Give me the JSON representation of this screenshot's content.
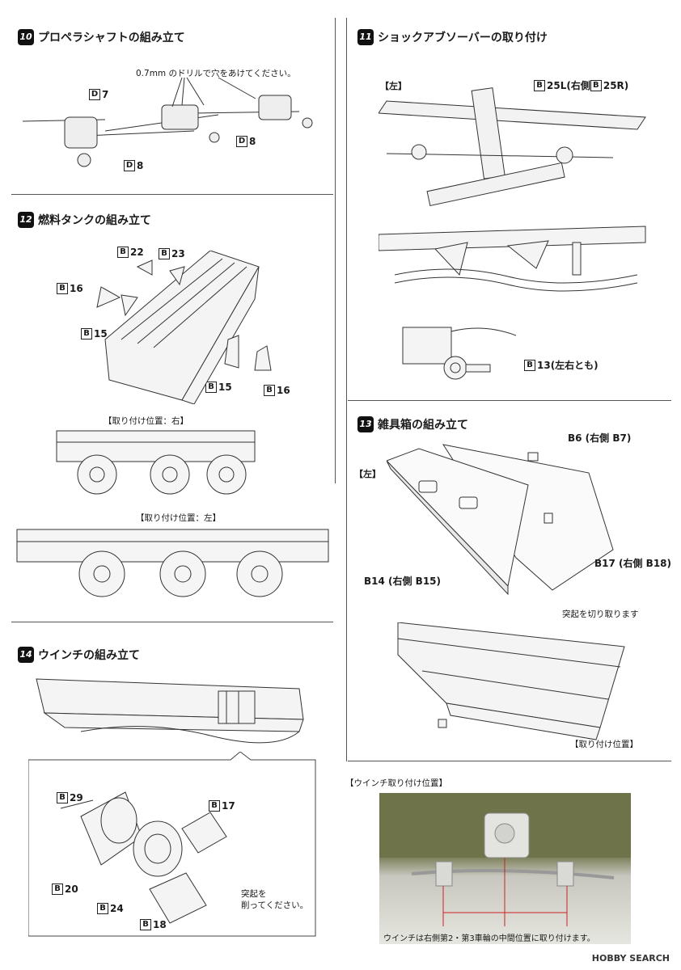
{
  "steps": {
    "s10": {
      "num": "10",
      "title": "プロペラシャフトの組み立て",
      "note": "0.7mm のドリルで穴をあけてください。"
    },
    "s11": {
      "num": "11",
      "title": "ショックアブソーバーの取り付け",
      "left_tag": "【左】"
    },
    "s12": {
      "num": "12",
      "title": "燃料タンクの組み立て",
      "pos_right": "【取り付け位置：右】",
      "pos_left": "【取り付け位置：左】"
    },
    "s13": {
      "num": "13",
      "title": "雑具箱の組み立て",
      "left_tag": "【左】",
      "cut_note": "突起を切り取ります",
      "pos_label": "【取り付け位置】"
    },
    "s14": {
      "num": "14",
      "title": "ウインチの組み立て",
      "cut_note_1": "突起を",
      "cut_note_2": "削ってください。"
    }
  },
  "parts": {
    "d7": {
      "letter": "D",
      "label": "7"
    },
    "d8a": {
      "letter": "D",
      "label": "8"
    },
    "d8b": {
      "letter": "D",
      "label": "8"
    },
    "b25": {
      "letter": "B",
      "label": "25L(右側",
      "letter2": "B",
      "label2": "25R)"
    },
    "b13": {
      "letter": "B",
      "label": "13(左右とも)"
    },
    "b22": {
      "letter": "B",
      "label": "22"
    },
    "b23": {
      "letter": "B",
      "label": "23"
    },
    "b16a": {
      "letter": "B",
      "label": "16"
    },
    "b15a": {
      "letter": "B",
      "label": "15"
    },
    "b15b": {
      "letter": "B",
      "label": "15"
    },
    "b16b": {
      "letter": "B",
      "label": "16"
    },
    "b6": {
      "label": "B6 (右側 B7)"
    },
    "b17r": {
      "label": "B17 (右側 B18)"
    },
    "b14": {
      "label": "B14 (右側 B15)"
    },
    "b29": {
      "letter": "B",
      "label": "29"
    },
    "b17w": {
      "letter": "B",
      "label": "17"
    },
    "b20": {
      "letter": "B",
      "label": "20"
    },
    "b24": {
      "letter": "B",
      "label": "24"
    },
    "b18": {
      "letter": "B",
      "label": "18"
    }
  },
  "winch_photo": {
    "title": "【ウインチ取り付け位置】",
    "caption": "ウインチは右側第2・第3車輪の中間位置に取り付けます。"
  },
  "watermark": "HOBBY SEARCH"
}
